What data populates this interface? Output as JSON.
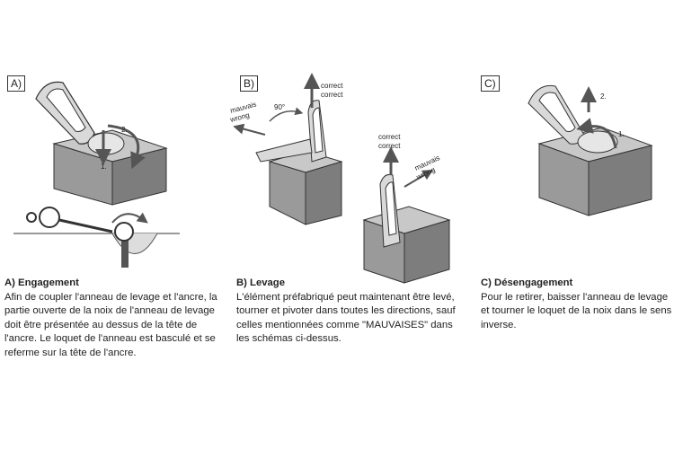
{
  "panels": [
    {
      "tag": "A)",
      "step2_label": "2.",
      "step1_label": "1."
    },
    {
      "tag": "B)",
      "angle_label": "90°",
      "correct_1": "correct",
      "correct_2": "correct",
      "wrong_fr": "mauvais",
      "wrong_en": "wrong",
      "correct_3": "correct",
      "correct_4": "correct",
      "wrong_fr_2": "mauvais",
      "wrong_en_2": "wrong"
    },
    {
      "tag": "C)",
      "step2_label": "2.",
      "step1_label": "1."
    }
  ],
  "captions": [
    {
      "title": "A) Engagement",
      "body": "Afin de coupler l'anneau de levage et l'ancre, la partie ouverte de la noix de l'anneau de levage doit être présentée au dessus de la tête de l'ancre. Le loquet de l'anneau est basculé et se referme sur la tête de l'ancre."
    },
    {
      "title": "B) Levage",
      "body": "L'élément préfabriqué peut maintenant être levé, tourner et pivoter dans toutes les directions, sauf celles mentionnées comme \"MAUVAISES\" dans les schémas ci-dessus."
    },
    {
      "title": "C) Désengagement",
      "body": "Pour le retirer, baisser l'anneau de levage et tourner le loquet de la noix dans le sens inverse."
    }
  ]
}
